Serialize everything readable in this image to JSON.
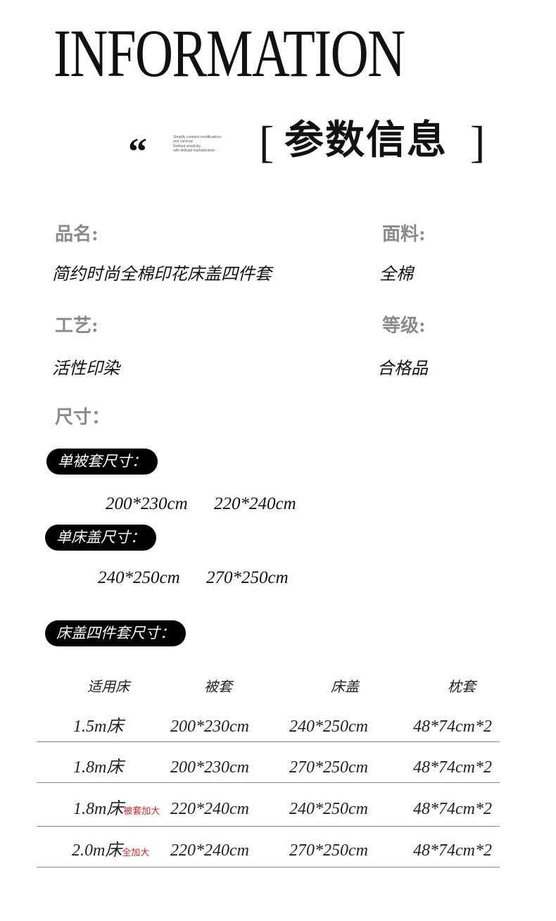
{
  "header": {
    "hero_word": "INFORMATION",
    "quote_mark": "“",
    "tagline": [
      "Simplify complex modifications",
      "and carvings",
      "Refined simplicity",
      "with delicate sophistication"
    ],
    "bracket_left": "[",
    "bracket_right": "]",
    "title_cn": "参数信息"
  },
  "specs": {
    "name_label": "品名:",
    "name_value": "简约时尚全棉印花床盖四件套",
    "fabric_label": "面料:",
    "fabric_value": "全棉",
    "craft_label": "工艺:",
    "craft_value": "活性印染",
    "grade_label": "等级:",
    "grade_value": "合格品",
    "size_label": "尺寸："
  },
  "sections": {
    "duvet_title": "单被套尺寸：",
    "duvet_sizes": [
      "200*230cm",
      "220*240cm"
    ],
    "cover_title": "单床盖尺寸：",
    "cover_sizes": [
      "240*250cm",
      "270*250cm"
    ],
    "set_title": "床盖四件套尺寸："
  },
  "table": {
    "headers": [
      "适用床",
      "被套",
      "床盖",
      "枕套"
    ],
    "rows": [
      {
        "bed": "1.5m床",
        "note": "",
        "duvet": "200*230cm",
        "cover": "240*250cm",
        "pillow": "48*74cm*2"
      },
      {
        "bed": "1.8m床",
        "note": "",
        "duvet": "200*230cm",
        "cover": "270*250cm",
        "pillow": "48*74cm*2"
      },
      {
        "bed": "1.8m床",
        "note": "被套加大",
        "duvet": "220*240cm",
        "cover": "240*250cm",
        "pillow": "48*74cm*2"
      },
      {
        "bed": "2.0m床",
        "note": "全加大",
        "duvet": "220*240cm",
        "cover": "270*250cm",
        "pillow": "48*74cm*2"
      }
    ]
  },
  "colors": {
    "note_red": "#e02020",
    "pill_bg": "#000000",
    "label_gray": "#8a8a8a"
  }
}
